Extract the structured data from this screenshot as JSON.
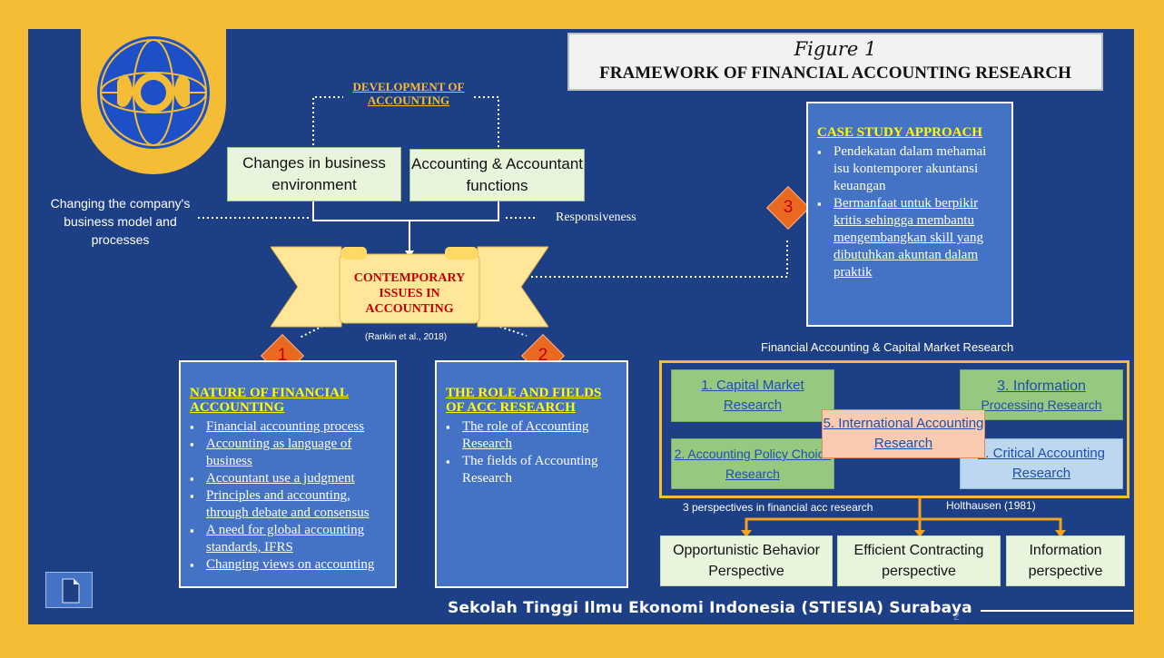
{
  "title": {
    "figure": "Figure 1",
    "main": "FRAMEWORK OF FINANCIAL ACCOUNTING RESEARCH"
  },
  "development_label": "DEVELOPMENT OF ACCOUNTING",
  "boxes": {
    "business_env": "Changes in business environment",
    "accounting_functions": "Accounting & Accountant functions"
  },
  "left_note": "Changing the company's business model and processes",
  "right_note": "Responsiveness",
  "center": {
    "title": "CONTEMPORARY ISSUES IN ACCOUNTING",
    "citation": "(Rankin et al., 2018)"
  },
  "markers": [
    "1",
    "2",
    "3"
  ],
  "panel1": {
    "heading": "NATURE OF FINANCIAL ACCOUNTING",
    "items": [
      "Financial accounting process",
      "Accounting as language of business",
      "Accountant use a judgment",
      "Principles and accounting, through debate and consensus",
      "A need for global accounting standards, IFRS",
      "Changing views on accounting"
    ]
  },
  "panel2": {
    "heading": "THE ROLE AND FIELDS OF ACC RESEARCH",
    "items": [
      "The role of Accounting Research",
      "The fields of Accounting Research"
    ]
  },
  "panel3": {
    "heading": "CASE STUDY APPROACH",
    "items": [
      "Pendekatan dalam mehamai isu kontemporer akuntansi keuangan",
      "Bermanfaat untuk berpikir kritis sehingga membantu mengembangkan skill yang dibutuhkan akuntan dalam praktik"
    ]
  },
  "research": {
    "heading": "Financial Accounting & Capital Market Research",
    "box1": "1. Capital Market Research",
    "box2": "2. Accounting Policy Choice Research",
    "box3_line1": "3. Information",
    "box3_line2": "Processing Research",
    "box4": "4. Critical Accounting Research",
    "box5": "5. International Accounting Research",
    "perspectives_label": "3 perspectives in financial acc research",
    "author": "Holthausen (1981)"
  },
  "perspectives": [
    "Opportunistic Behavior Perspective",
    "Efficient Contracting perspective",
    "Information perspective"
  ],
  "footer": "Sekolah Tinggi Ilmu Ekonomi Indonesia (STIESIA) Surabaya",
  "page_number": "2",
  "colors": {
    "background_frame": "#f4bd35",
    "slide": "#1d3f86",
    "panel": "#4472c4",
    "accent_orange": "#e8691f"
  }
}
